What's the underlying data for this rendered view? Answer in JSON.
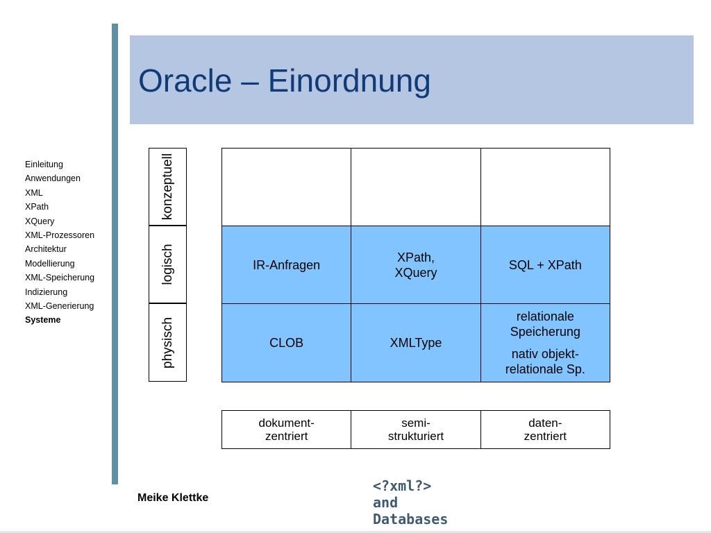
{
  "title": "Oracle – Einordnung",
  "nav": {
    "items": [
      {
        "label": "Einleitung"
      },
      {
        "label": "Anwendungen"
      },
      {
        "label": "XML"
      },
      {
        "label": "XPath"
      },
      {
        "label": "XQuery"
      },
      {
        "label": "XML-Prozessoren"
      },
      {
        "label": "Architektur"
      },
      {
        "label": "Modellierung"
      },
      {
        "label": "XML-Speicherung"
      },
      {
        "label": "Indizierung"
      },
      {
        "label": "XML-Generierung"
      },
      {
        "label": "Systeme"
      }
    ],
    "active": "Systeme"
  },
  "levels": [
    "konzeptuell",
    "logisch",
    "physisch"
  ],
  "grid": {
    "rows": [
      {
        "level": "konzeptuell",
        "cells": [
          "",
          "",
          ""
        ]
      },
      {
        "level": "logisch",
        "cells": [
          "IR-Anfragen",
          "XPath,\nXQuery",
          "SQL + XPath"
        ]
      },
      {
        "level": "physisch",
        "cells": [
          "CLOB",
          "XMLType",
          "relationale\nSpeicherung"
        ],
        "extra": "nativ objekt-\nrelationale Sp."
      }
    ]
  },
  "columns": [
    "dokument-\nzentriert",
    "semi-\nstrukturiert",
    "daten-\nzentriert"
  ],
  "footer": {
    "author": "Meike Klettke",
    "logo": "<?xml?>\nand\nDatabases"
  },
  "colors": {
    "title_band": "#b4c6e1",
    "title_text": "#103b78",
    "cell_blue": "#82c4ff",
    "vertical_bar": "#5f8fa3"
  }
}
